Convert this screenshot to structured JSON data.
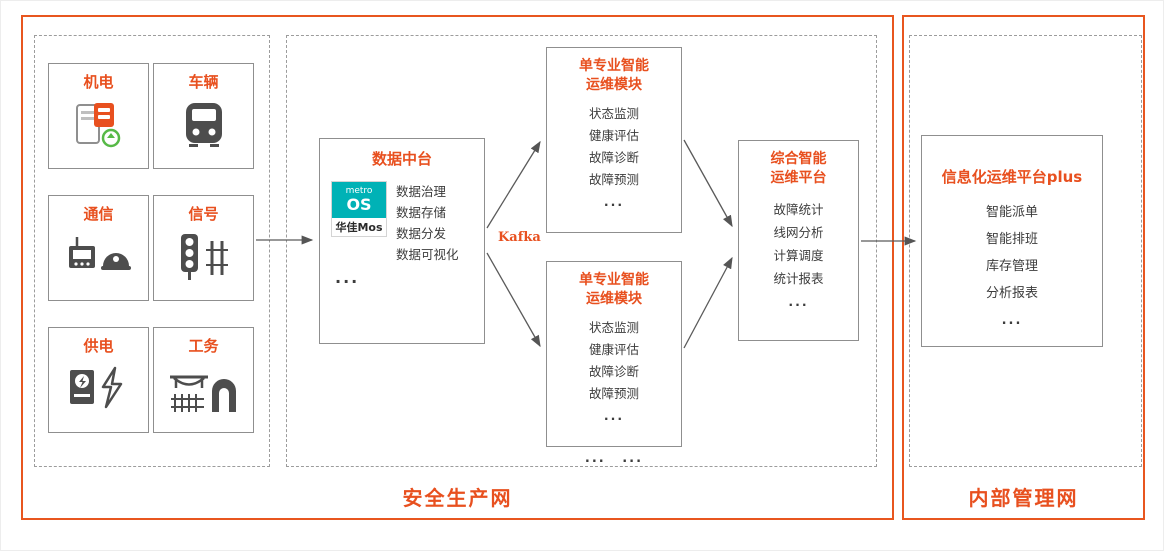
{
  "colors": {
    "accent": "#e8501f",
    "icon_gray": "#4d4d4d",
    "logo_teal": "#00b2b6",
    "arrow_gray": "#5a5a5a"
  },
  "regions": {
    "production": {
      "label": "安全生产网"
    },
    "management": {
      "label": "内部管理网"
    }
  },
  "sources": {
    "items": [
      {
        "label": "机电",
        "icon": "phone-device-recycle-icon"
      },
      {
        "label": "车辆",
        "icon": "train-front-icon"
      },
      {
        "label": "通信",
        "icon": "radio-intercom-icon"
      },
      {
        "label": "信号",
        "icon": "traffic-light-track-icon"
      },
      {
        "label": "供电",
        "icon": "power-meter-bolt-icon"
      },
      {
        "label": "工务",
        "icon": "bridge-tunnel-track-icon"
      }
    ]
  },
  "data_platform": {
    "title": "数据中台",
    "logo": {
      "top": "metro",
      "main": "OS",
      "bottom": "华佳Mos"
    },
    "items": [
      "数据治理",
      "数据存储",
      "数据分发",
      "数据可视化"
    ],
    "ellipsis": "..."
  },
  "kafka_label": "Kafka",
  "module": {
    "title_line1": "单专业智能",
    "title_line2": "运维模块",
    "items": [
      "状态监测",
      "健康评估",
      "故障诊断",
      "故障预测"
    ],
    "ellipsis": "...",
    "more": "... ..."
  },
  "integrated_platform": {
    "title_line1": "综合智能",
    "title_line2": "运维平台",
    "items": [
      "故障统计",
      "线网分析",
      "计算调度",
      "统计报表"
    ],
    "ellipsis": "..."
  },
  "info_platform": {
    "title": "信息化运维平台plus",
    "items": [
      "智能派单",
      "智能排班",
      "库存管理",
      "分析报表"
    ],
    "ellipsis": "..."
  }
}
